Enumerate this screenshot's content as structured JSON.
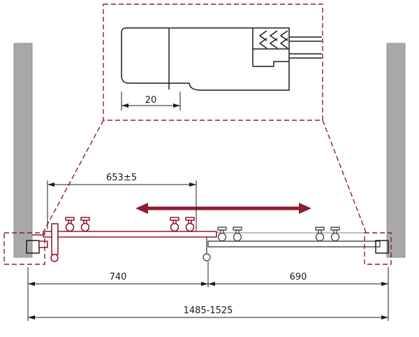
{
  "drawing": {
    "title": "sliding-shower-door-installation-diagram",
    "detail": {
      "dimension": "20"
    },
    "dimensions": {
      "upper_span": "653±5",
      "left_door": "740",
      "right_door": "690",
      "total_width": "1485-1525"
    },
    "icons": {
      "slide_direction": "double-headed-arrow",
      "wall_hatch": "chevron-hatch"
    }
  },
  "colors": {
    "accent": "#8e1c2e",
    "wall": "#a8a8a8",
    "wall-edge": "#8f8f8f",
    "line": "#1c1c1c",
    "panel": "#4f4f4f",
    "rail": "#9a9a9a"
  }
}
